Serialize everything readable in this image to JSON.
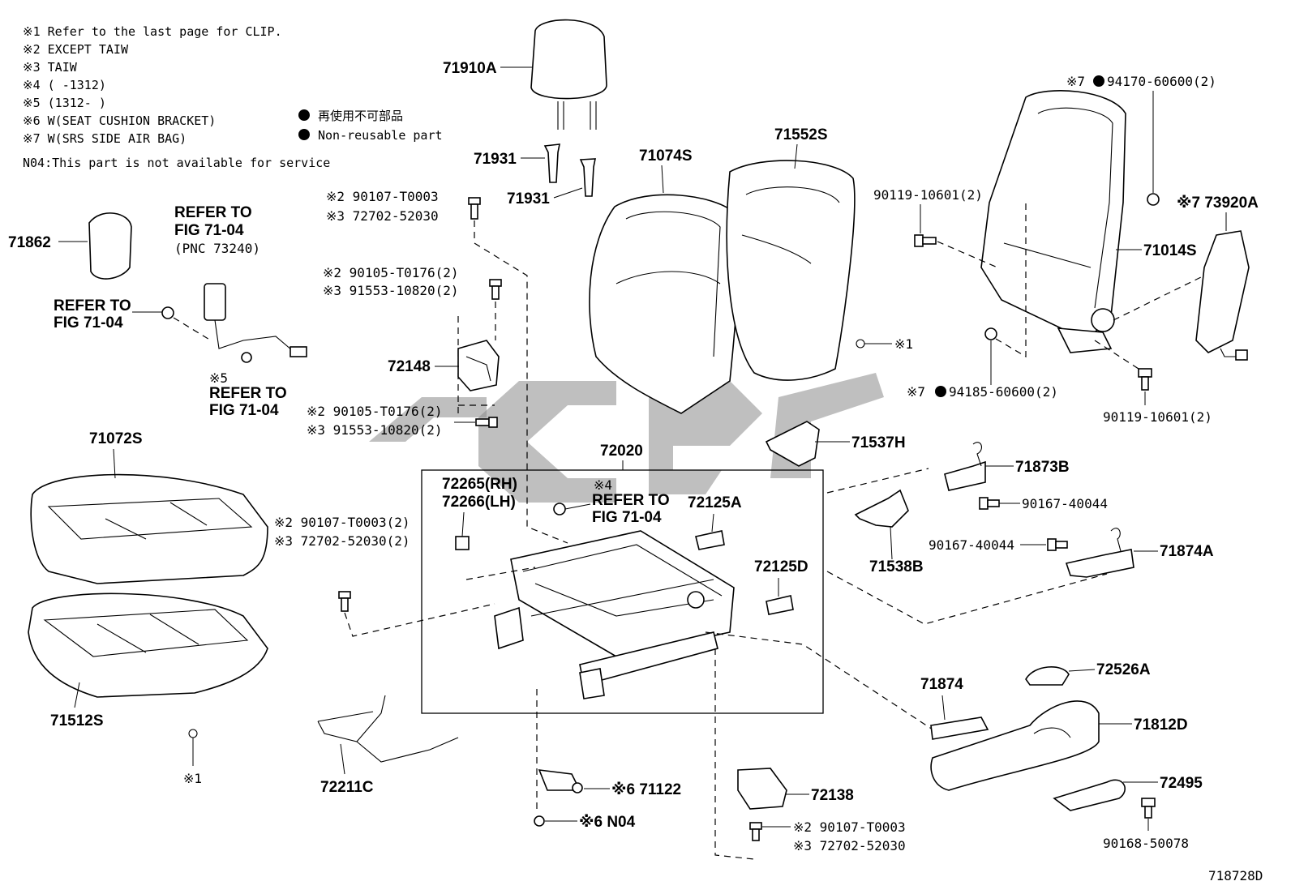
{
  "notes": [
    "※1 Refer to the last page for CLIP.",
    "※2 EXCEPT TAIW",
    "※3 TAIW",
    "※4 (       -1312)",
    "※5 (1312-       )",
    "※6 W(SEAT CUSHION BRACKET)",
    "※7 W(SRS SIDE AIR BAG)"
  ],
  "n04_note": "N04:This part is not available for service",
  "legend": {
    "line1": "再使用不可部品",
    "line2": "Non-reusable part"
  },
  "labels": {
    "p71910A": "71910A",
    "p71931a": "71931",
    "p71931b": "71931",
    "p71074S": "71074S",
    "p71552S": "71552S",
    "p71862": "71862",
    "refer_to": "REFER TO",
    "fig_71_04": "FIG 71-04",
    "pnc_73240": "(PNC 73240)",
    "refer_to_fig_a1": "REFER TO",
    "refer_to_fig_a2": "FIG 71-04",
    "note5": "※5",
    "refer_to_fig_b1": "REFER TO",
    "refer_to_fig_b2": "FIG 71-04",
    "b1_l1": "※2 90107-T0003",
    "b1_l2": "※3 72702-52030",
    "b2_l1": "※2 90105-T0176(2)",
    "b2_l2": "※3 91553-10820(2)",
    "p72148": "72148",
    "b3_l1": "※2 90105-T0176(2)",
    "b3_l2": "※3 91553-10820(2)",
    "p71072S": "71072S",
    "b4_l1": "※2 90107-T0003(2)",
    "b4_l2": "※3 72702-52030(2)",
    "p71512S": "71512S",
    "note1a": "※1",
    "p72211C": "72211C",
    "p72020": "72020",
    "p72265": "72265(RH)",
    "p72266": "72266(LH)",
    "note4": "※4",
    "refer_to_fig_c1": "REFER TO",
    "refer_to_fig_c2": "FIG 71-04",
    "p72125A": "72125A",
    "p72125D": "72125D",
    "p71122": "※6 71122",
    "n04": "※6 N04",
    "p72138": "72138",
    "b5_l1": "※2 90107-T0003",
    "b5_l2": "※3 72702-52030",
    "note1b": "※1",
    "b_94170": "※7",
    "b_94170_num": "94170-60600(2)",
    "b_90119a": "90119-10601(2)",
    "p73920A": "※7 73920A",
    "p71014S": "71014S",
    "b_94185": "※7",
    "b_94185_num": "94185-60600(2)",
    "b_90119b": "90119-10601(2)",
    "p71537H": "71537H",
    "p71873B": "71873B",
    "b_90167a": "90167-40044",
    "p71538B": "71538B",
    "b_90167b": "90167-40044",
    "p71874A": "71874A",
    "p71874": "71874",
    "p72526A": "72526A",
    "p71812D": "71812D",
    "p72495": "72495",
    "b_90168": "90168-50078",
    "figure_id": "718728D"
  }
}
